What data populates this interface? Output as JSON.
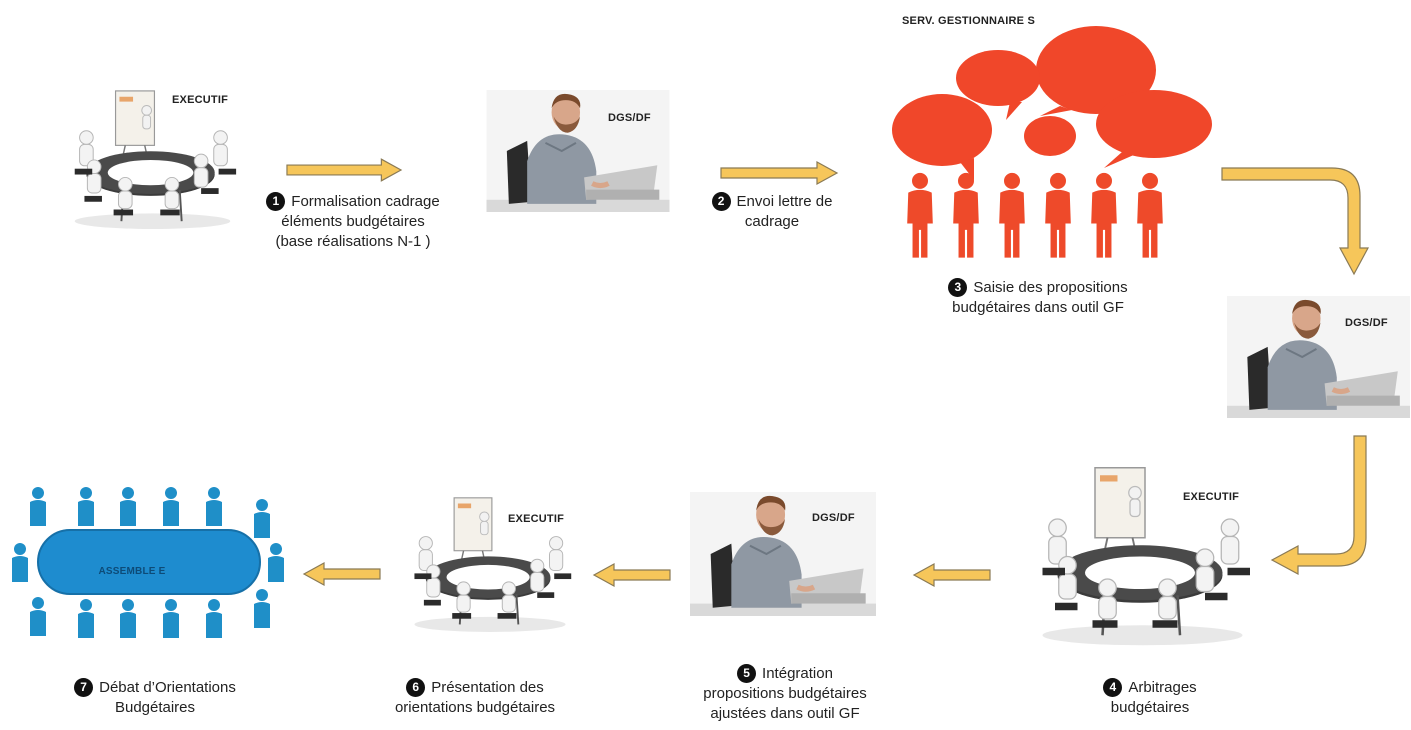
{
  "labels": {
    "executif_1": "EXECUTIF",
    "dgs_df_1": "DGS/DF",
    "serv_gestionnaires": "SERV. GESTIONNAIRE S",
    "dgs_df_2": "DGS/DF",
    "executif_2": "EXECUTIF",
    "dgs_df_3": "DGS/DF",
    "executif_3": "EXECUTIF",
    "assemblee": "ASSEMBLE E"
  },
  "steps": [
    {
      "num": "1",
      "line1": "Formalisation cadrage",
      "line2": "éléments budgétaires",
      "line3": "(base réalisations N-1 )"
    },
    {
      "num": "2",
      "line1": "Envoi lettre de",
      "line2": "cadrage"
    },
    {
      "num": "3",
      "line1": "Saisie des propositions",
      "line2": "budgétaires dans outil GF"
    },
    {
      "num": "4",
      "line1": "Arbitrages",
      "line2": "budgétaires"
    },
    {
      "num": "5",
      "line1": "Intégration",
      "line2": "propositions budgétaires",
      "line3": "ajustées dans outil GF"
    },
    {
      "num": "6",
      "line1": "Présentation des",
      "line2": "orientations budgétaires"
    },
    {
      "num": "7",
      "line1": "Débat d’Orientations",
      "line2": "Budgétaires"
    }
  ],
  "colors": {
    "arrow_fill": "#f6c65a",
    "arrow_stroke": "#8a7a55",
    "bubble_red": "#f0472a",
    "people_red": "#ee4a2a",
    "assembly_blue": "#1f8fc8"
  },
  "icons": {
    "meeting": "meeting-table-icon",
    "worker": "computer-worker-icon",
    "bubbles": "speech-bubbles-icon",
    "people": "people-icon",
    "assembly": "assembly-table-icon"
  }
}
